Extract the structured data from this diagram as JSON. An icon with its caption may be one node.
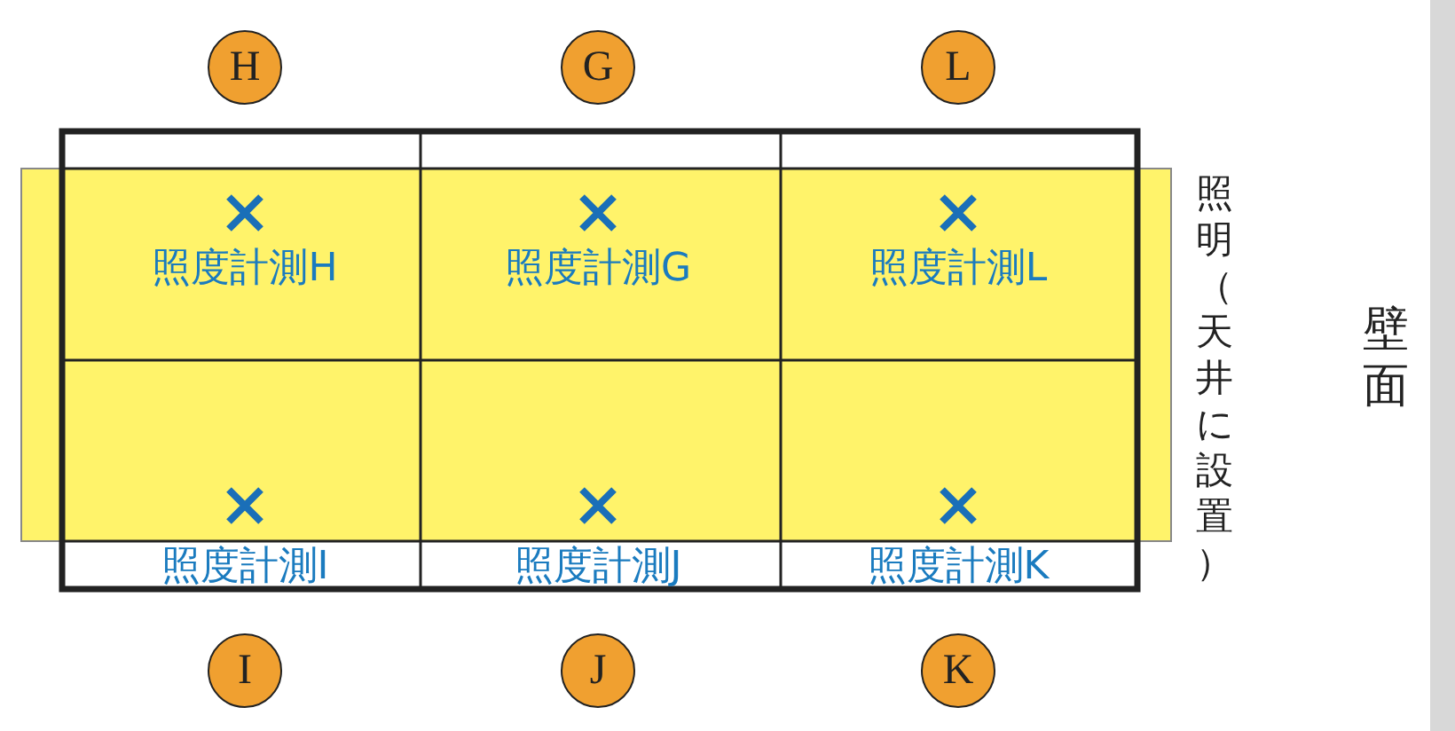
{
  "diagram": {
    "nodes": [
      {
        "text": [
          "H"
        ]
      },
      {
        "text": [
          "G"
        ]
      },
      {
        "text": [
          "L"
        ]
      },
      {
        "text": [
          "I"
        ]
      },
      {
        "text": [
          "J"
        ]
      },
      {
        "text": [
          "K"
        ]
      },
      {
        "text": [],
        "shape": "bar"
      }
    ],
    "labels": [
      "照度計測H",
      "照度計測G",
      "照度計測L",
      "照度計測I",
      "照度計測J",
      "照度計測K",
      "照明（天井に設置）",
      "壁面"
    ]
  }
}
